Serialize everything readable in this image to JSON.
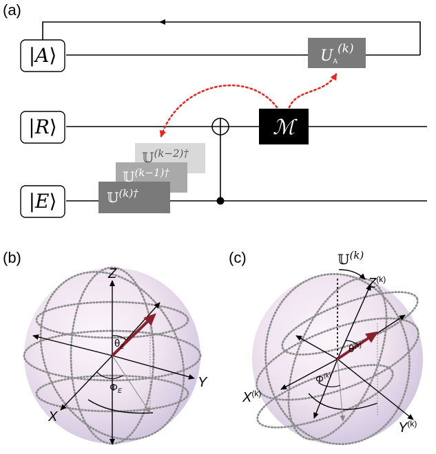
{
  "panels": {
    "a": "(a)",
    "b": "(b)",
    "c": "(c)"
  },
  "circuit": {
    "kets": {
      "A": "A",
      "R": "R",
      "E": "E"
    },
    "ua_gate": {
      "main": "U",
      "sub": "A",
      "sup": "(k)"
    },
    "measure_gate": "ℳ",
    "u_stack": [
      {
        "main": "𝕌",
        "sup": "(k−2)†"
      },
      {
        "main": "𝕌",
        "sup": "(k−1)†"
      },
      {
        "main": "𝕌",
        "sup": "(k)†"
      }
    ]
  },
  "sphere_b": {
    "axis_z": "Z",
    "axis_x": "X",
    "axis_y": "Y",
    "theta": "θ",
    "theta_sub": "E",
    "phi": "Φ",
    "phi_sub": "E"
  },
  "sphere_c": {
    "rotation_main": "𝕌",
    "rotation_sup": "(k)",
    "axis_z": "Z",
    "axis_x": "X",
    "axis_y": "Y",
    "axis_sup": "(k)",
    "theta": "θ",
    "theta_sup": "(k)",
    "phi": "Φ",
    "phi_sup": "(k)"
  },
  "colors": {
    "wire": "#000000",
    "ua_gate": "#7a7a7a",
    "measure_gate": "#000000",
    "u_stack": [
      "#d9d9d9",
      "#a9a9a9",
      "#7a7a7a"
    ],
    "feedback_arrow": "#e8261f",
    "bloch_vector": "#8a1f2e",
    "sphere_inner": "#f6eef8",
    "sphere_outer": "#cfc3de"
  }
}
